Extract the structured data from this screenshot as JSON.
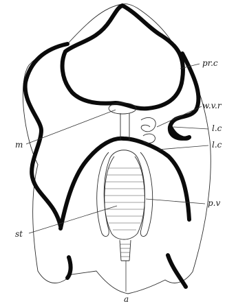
{
  "labels": {
    "prc": "pr.c",
    "wvr": "w.v.r",
    "m": "m",
    "lc1": "l.c",
    "lc2": "l.c",
    "pv": "p.v",
    "st": "st",
    "a": "a"
  }
}
